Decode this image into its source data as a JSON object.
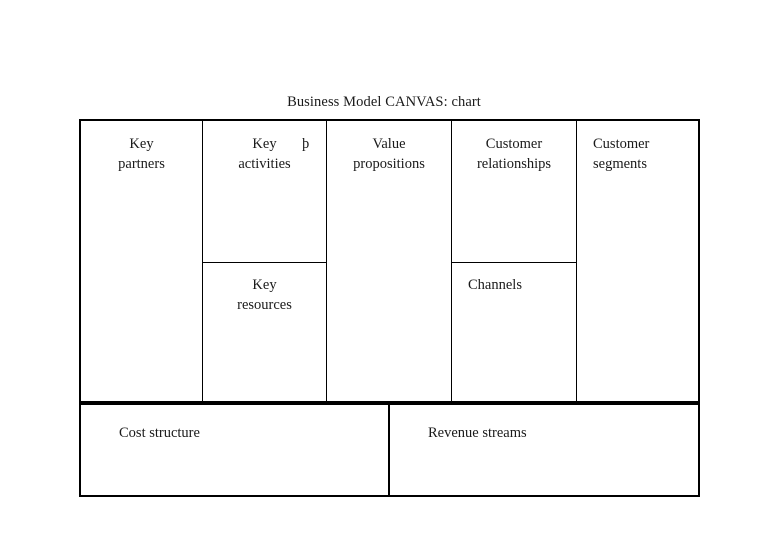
{
  "document": {
    "title": "Business Model CANVAS: chart",
    "background_color": "#ffffff",
    "ink_color": "#111111",
    "border_color": "#000000"
  },
  "canvas": {
    "top_block": {
      "columns": [
        {
          "id": "key-partners",
          "split": false,
          "align": "center",
          "cells": [
            {
              "id": "key-partners",
              "label": "Key\npartners"
            }
          ]
        },
        {
          "id": "key-activities",
          "split": true,
          "align": "center",
          "marker": "þ",
          "cells": [
            {
              "id": "key-activities",
              "label": "Key\nactivities"
            },
            {
              "id": "key-resources",
              "label": "Key\nresources"
            }
          ]
        },
        {
          "id": "value-propositions",
          "split": false,
          "align": "center",
          "cells": [
            {
              "id": "value-propositions",
              "label": "Value\npropositions"
            }
          ]
        },
        {
          "id": "customer-relationships",
          "split": true,
          "align": "center",
          "cells": [
            {
              "id": "customer-relationships",
              "label": "Customer\nrelationships"
            },
            {
              "id": "channels",
              "label": "Channels"
            }
          ]
        },
        {
          "id": "customer-segments",
          "split": false,
          "align": "left",
          "cells": [
            {
              "id": "customer-segments",
              "label": "Customer\nsegments"
            }
          ]
        }
      ]
    },
    "bottom_block": {
      "cells": [
        {
          "id": "cost-structure",
          "label": "Cost structure"
        },
        {
          "id": "revenue-streams",
          "label": "Revenue streams"
        }
      ]
    }
  }
}
